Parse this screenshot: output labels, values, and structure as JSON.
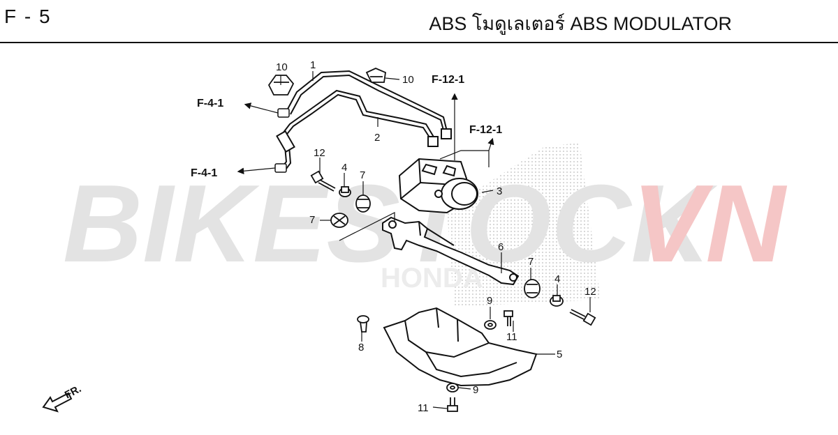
{
  "header": {
    "page_code": "F - 5",
    "title": "ABS โมดูเลเตอร์  ABS MODULATOR"
  },
  "watermark": {
    "brand_main": "BIKESTOCK",
    "brand_suffix": "VN",
    "brand_sub": "HONDA",
    "main_color": "#e3e3e3",
    "suffix_color": "#f5c6c6"
  },
  "references": {
    "f4_1_upper": "F-4-1",
    "f4_1_lower": "F-4-1",
    "f12_1_upper": "F-12-1",
    "f12_1_lower": "F-12-1"
  },
  "callouts": [
    "1",
    "2",
    "3",
    "4",
    "4",
    "5",
    "6",
    "7",
    "7",
    "7",
    "8",
    "9",
    "9",
    "10",
    "10",
    "11",
    "11",
    "12",
    "12"
  ],
  "front_label": "FR.",
  "colors": {
    "line": "#111111",
    "background": "#ffffff"
  }
}
